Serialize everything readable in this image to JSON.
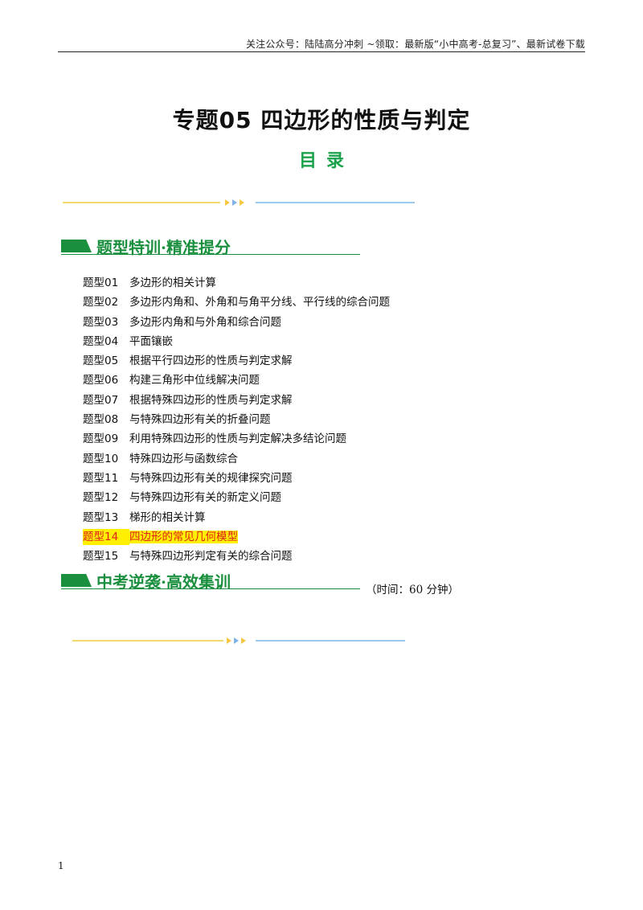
{
  "header": {
    "text": "关注公众号：陆陆高分冲刺  ~领取：最新版“小中高考-总复习”、最新试卷下载"
  },
  "title": "专题05  四边形的性质与判定",
  "subtitle": "目录",
  "section1": {
    "label": "题型特训·精准提分"
  },
  "toc": [
    {
      "num": "题型01",
      "text": "多边形的相关计算"
    },
    {
      "num": "题型02",
      "text": "多边形内角和、外角和与角平分线、平行线的综合问题"
    },
    {
      "num": "题型03",
      "text": "多边形内角和与外角和综合问题"
    },
    {
      "num": "题型04",
      "text": "平面镶嵌"
    },
    {
      "num": "题型05",
      "text": "根据平行四边形的性质与判定求解"
    },
    {
      "num": "题型06",
      "text": "构建三角形中位线解决问题"
    },
    {
      "num": "题型07",
      "text": "根据特殊四边形的性质与判定求解"
    },
    {
      "num": "题型08",
      "text": "与特殊四边形有关的折叠问题"
    },
    {
      "num": "题型09",
      "text": "利用特殊四边形的性质与判定解决多结论问题"
    },
    {
      "num": "题型10",
      "text": "特殊四边形与函数综合"
    },
    {
      "num": "题型11",
      "text": "与特殊四边形有关的规律探究问题"
    },
    {
      "num": "题型12",
      "text": "与特殊四边形有关的新定义问题"
    },
    {
      "num": "题型13",
      "text": "梯形的相关计算"
    },
    {
      "num": "题型14",
      "text": "四边形的常见几何模型",
      "highlight": true
    },
    {
      "num": "题型15",
      "text": "与特殊四边形判定有关的综合问题"
    }
  ],
  "section2": {
    "label": "中考逆袭·高效集训",
    "time_note": "（时间：60 分钟）"
  },
  "page_number": "1",
  "colors": {
    "title_green": "#1aa34a",
    "section_green": "#1a8f3e",
    "highlight_bg": "#ffef00",
    "highlight_text": "#e0201a",
    "divider_yellow": "#f6d96a",
    "divider_blue": "#9cc9ee"
  }
}
